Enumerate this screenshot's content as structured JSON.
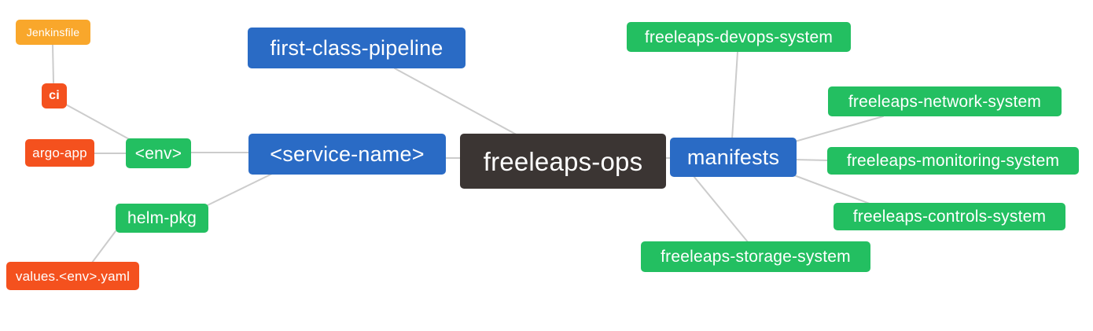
{
  "diagram": {
    "type": "mindmap",
    "root": "freeleaps-ops",
    "palette": {
      "blue": "#2A6BC5",
      "green": "#23BF61",
      "orange": "#F9A72B",
      "red": "#F4511E",
      "dark": "#3B3533",
      "edge": "#CCCCCC",
      "background": "#FFFFFF",
      "text": "#FFFFFF"
    },
    "nodes": {
      "jenkinsfile": {
        "label": "Jenkinsfile",
        "color": "orange"
      },
      "ci": {
        "label": "ci",
        "color": "red"
      },
      "argo_app": {
        "label": "argo-app",
        "color": "red"
      },
      "env": {
        "label": "<env>",
        "color": "green"
      },
      "helm_pkg": {
        "label": "helm-pkg",
        "color": "green"
      },
      "values_env_yaml": {
        "label": "values.<env>.yaml",
        "color": "red"
      },
      "first_class_pipeline": {
        "label": "first-class-pipeline",
        "color": "blue"
      },
      "service_name": {
        "label": "<service-name>",
        "color": "blue"
      },
      "freeleaps_ops": {
        "label": "freeleaps-ops",
        "color": "dark"
      },
      "manifests": {
        "label": "manifests",
        "color": "blue"
      },
      "devops_system": {
        "label": "freeleaps-devops-system",
        "color": "green"
      },
      "network_system": {
        "label": "freeleaps-network-system",
        "color": "green"
      },
      "monitoring_system": {
        "label": "freeleaps-monitoring-system",
        "color": "green"
      },
      "controls_system": {
        "label": "freeleaps-controls-system",
        "color": "green"
      },
      "storage_system": {
        "label": "freeleaps-storage-system",
        "color": "green"
      }
    },
    "edges": [
      [
        "jenkinsfile",
        "ci"
      ],
      [
        "ci",
        "env"
      ],
      [
        "argo_app",
        "env"
      ],
      [
        "env",
        "service_name"
      ],
      [
        "helm_pkg",
        "service_name"
      ],
      [
        "values_env_yaml",
        "helm_pkg"
      ],
      [
        "first_class_pipeline",
        "freeleaps_ops"
      ],
      [
        "service_name",
        "freeleaps_ops"
      ],
      [
        "freeleaps_ops",
        "manifests"
      ],
      [
        "manifests",
        "devops_system"
      ],
      [
        "manifests",
        "network_system"
      ],
      [
        "manifests",
        "monitoring_system"
      ],
      [
        "manifests",
        "controls_system"
      ],
      [
        "manifests",
        "storage_system"
      ]
    ]
  }
}
